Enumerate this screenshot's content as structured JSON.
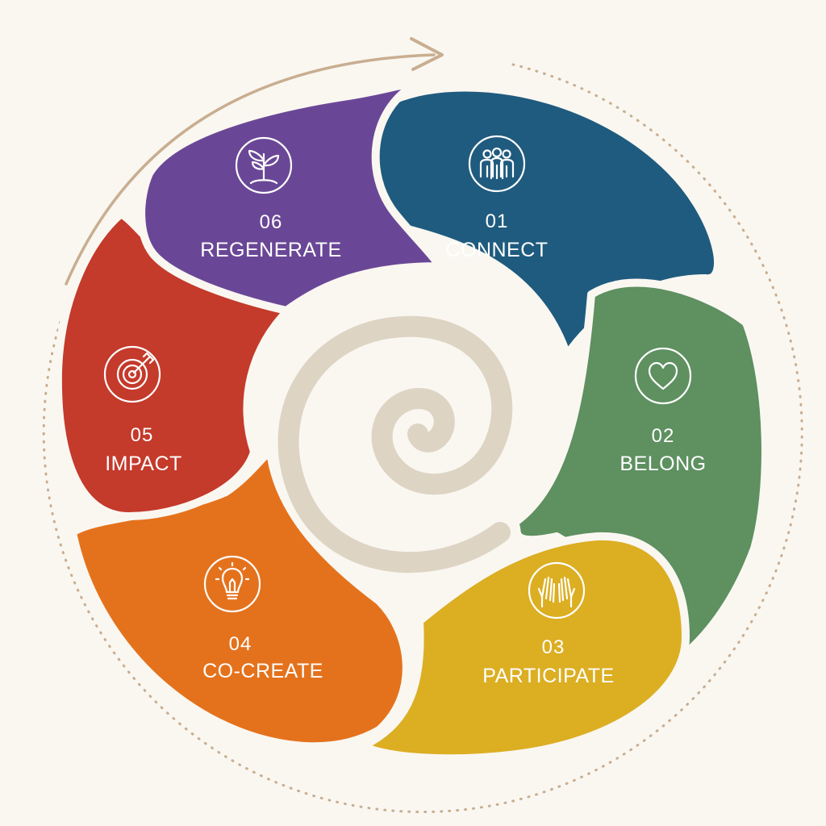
{
  "diagram": {
    "type": "cycle",
    "colors": {
      "background": "#faf7f1",
      "spiral": "#ddd4c4",
      "ring": "#c8ae90"
    },
    "stages": [
      {
        "number": "01",
        "name": "CONNECT",
        "icon": "people-group-icon",
        "color": "#1f5b7e"
      },
      {
        "number": "02",
        "name": "BELONG",
        "icon": "heart-icon",
        "color": "#5e9060"
      },
      {
        "number": "03",
        "name": "PARTICIPATE",
        "icon": "raised-hands-icon",
        "color": "#dcae22"
      },
      {
        "number": "04",
        "name": "CO-CREATE",
        "icon": "lightbulb-icon",
        "color": "#e4721c"
      },
      {
        "number": "05",
        "name": "IMPACT",
        "icon": "target-icon",
        "color": "#c43a2b"
      },
      {
        "number": "06",
        "name": "REGENERATE",
        "icon": "sprout-icon",
        "color": "#6a4796"
      }
    ]
  }
}
